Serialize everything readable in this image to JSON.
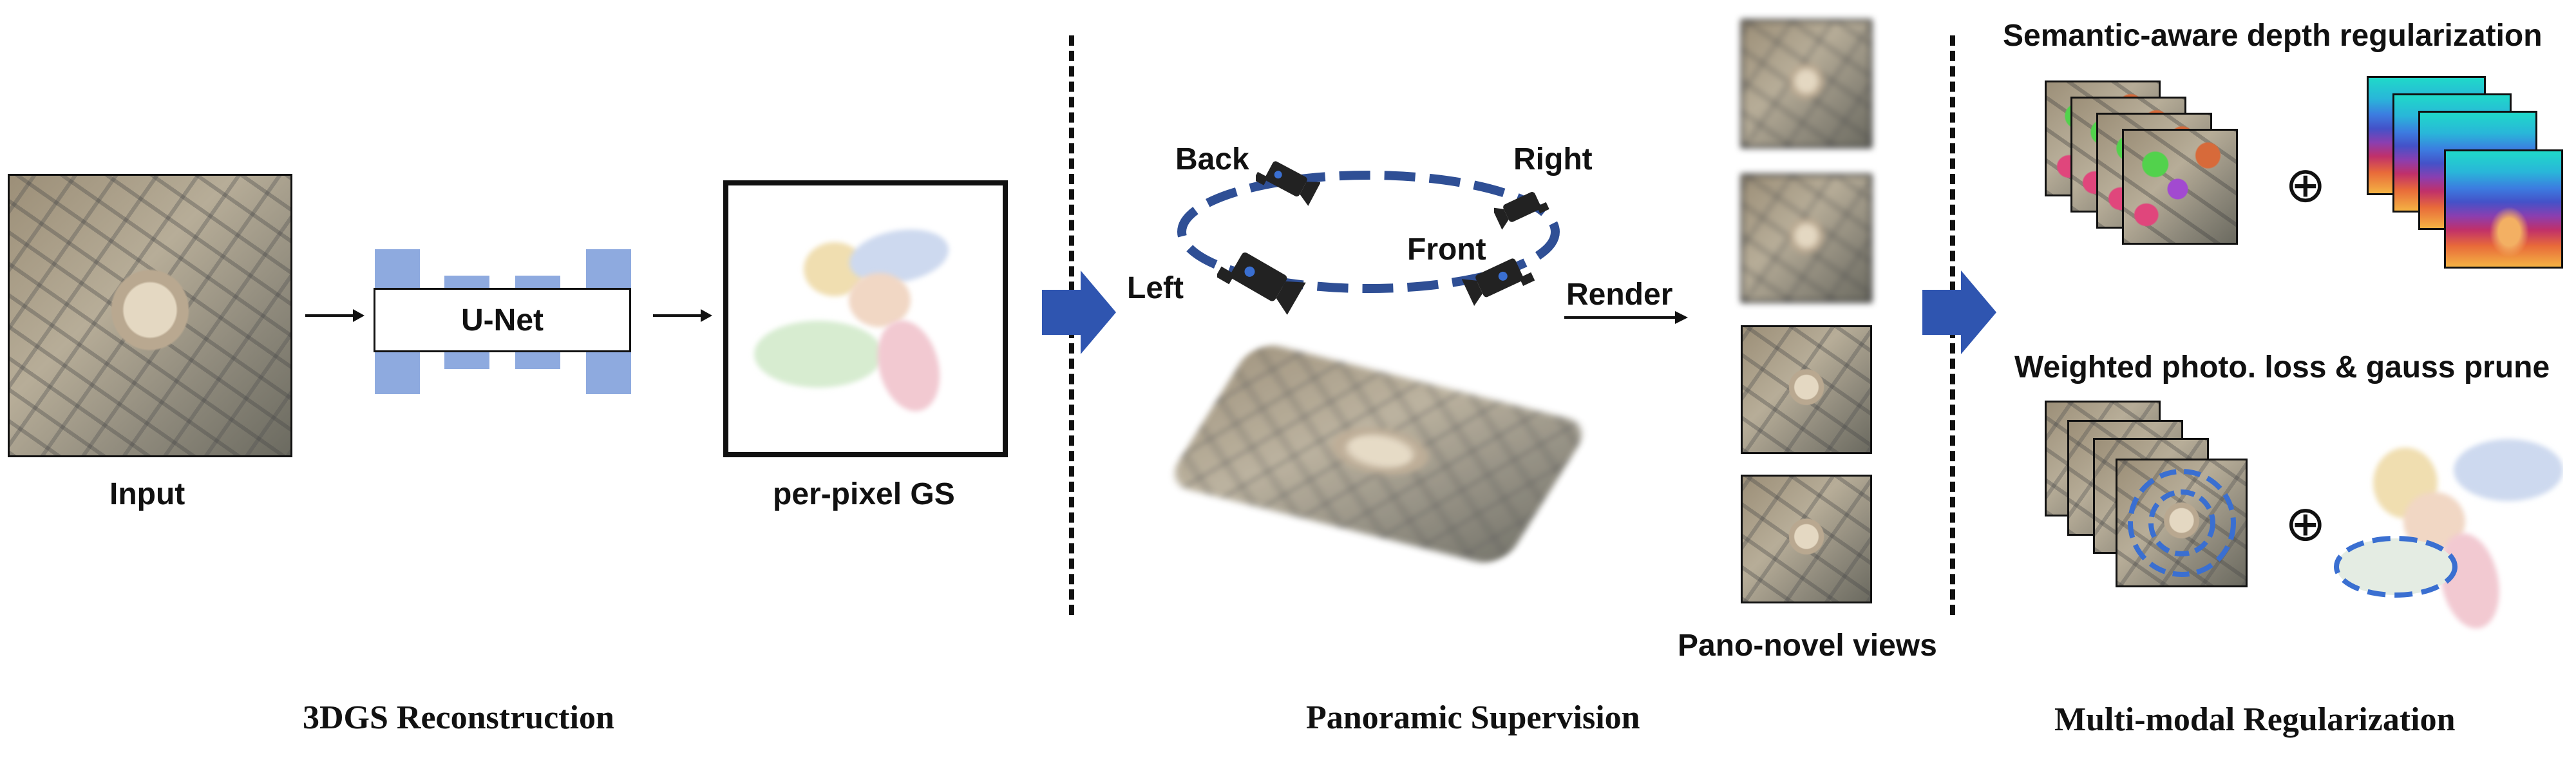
{
  "sections": {
    "reconstruction": "3DGS Reconstruction",
    "panoramic": "Panoramic Supervision",
    "regularization": "Multi-modal Regularization"
  },
  "labels": {
    "input": "Input",
    "unet": "U-Net",
    "per_pixel_gs": "per-pixel GS",
    "back": "Back",
    "right": "Right",
    "left": "Left",
    "front": "Front",
    "render": "Render",
    "pano_novel_views": "Pano-novel views",
    "semantic_depth": "Semantic-aware depth regularization",
    "weighted_loss": "Weighted photo. loss & gauss prune",
    "oplus": "⊕"
  },
  "colors": {
    "arrow_blue": "#2f55b0",
    "orbit_blue": "#2f4f95",
    "unet_blue": "#8eaadf",
    "gauss_yellow": "#f0deb0",
    "gauss_blue": "#cdd9ef",
    "gauss_peach": "#f1d7c4",
    "gauss_green": "#d7ecd0",
    "gauss_pink": "#f2c9d1"
  },
  "icons": [
    "camera-icon",
    "right-arrow-icon",
    "oplus-symbol"
  ]
}
